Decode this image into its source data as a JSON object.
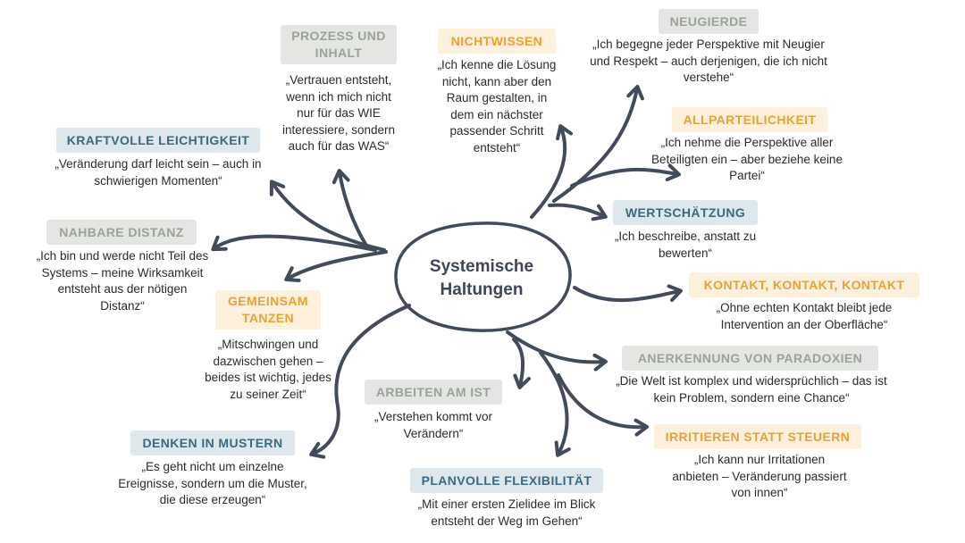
{
  "center": {
    "title": "Systemische Haltungen"
  },
  "colors": {
    "arrow": "#414b5a",
    "grey": "#9aa39a",
    "blue": "#3b6a80",
    "orange": "#e8a232"
  },
  "nodes": [
    {
      "label": "PROZESS UND INHALT",
      "quote": "„Vertrauen entsteht, wenn ich mich nicht nur für das WIE interessiere, sondern auch für das WAS“",
      "color": "grey"
    },
    {
      "label": "NICHTWISSEN",
      "quote": "„Ich kenne die Lösung nicht, kann aber den Raum gestalten, in dem ein nächster passender Schritt entsteht“",
      "color": "orange"
    },
    {
      "label": "NEUGIERDE",
      "quote": "„Ich begegne jeder Perspektive mit Neugier und Respekt – auch derjenigen, die ich nicht verstehe“",
      "color": "grey"
    },
    {
      "label": "ALLPARTEILICHKEIT",
      "quote": "„Ich nehme die Perspektive aller Beteiligten ein – aber beziehe keine Partei“",
      "color": "orange"
    },
    {
      "label": "WERTSCHÄTZUNG",
      "quote": "„Ich beschreibe, anstatt zu bewerten“",
      "color": "blue"
    },
    {
      "label": "KONTAKT, KONTAKT, KONTAKT",
      "quote": "„Ohne echten Kontakt bleibt jede Intervention an der Oberfläche“",
      "color": "orange"
    },
    {
      "label": "ANERKENNUNG VON PARADOXIEN",
      "quote": "„Die Welt ist komplex und widersprüchlich – das ist kein Problem, sondern eine Chance“",
      "color": "grey"
    },
    {
      "label": "IRRITIEREN STATT STEUERN",
      "quote": "„Ich kann nur Irritationen anbieten – Veränderung passiert von innen“",
      "color": "orange"
    },
    {
      "label": "PLANVOLLE FLEXIBILITÄT",
      "quote": "„Mit einer ersten Zielidee im Blick entsteht der Weg im Gehen“",
      "color": "blue"
    },
    {
      "label": "ARBEITEN AM IST",
      "quote": "„Verstehen kommt vor Verändern“",
      "color": "grey"
    },
    {
      "label": "DENKEN IN MUSTERN",
      "quote": "„Es geht nicht um einzelne Ereignisse, sondern um die Muster, die diese erzeugen“",
      "color": "blue"
    },
    {
      "label": "GEMEINSAM TANZEN",
      "quote": "„Mitschwingen und dazwischen gehen – beides ist wichtig, jedes zu seiner Zeit“",
      "color": "orange"
    },
    {
      "label": "NAHBARE DISTANZ",
      "quote": "„Ich bin und werde nicht Teil des Systems – meine Wirksamkeit entsteht aus der nötigen Distanz“",
      "color": "grey"
    },
    {
      "label": "KRAFTVOLLE LEICHTIGKEIT",
      "quote": "„Veränderung darf leicht sein – auch in schwierigen Momenten“",
      "color": "blue"
    }
  ]
}
